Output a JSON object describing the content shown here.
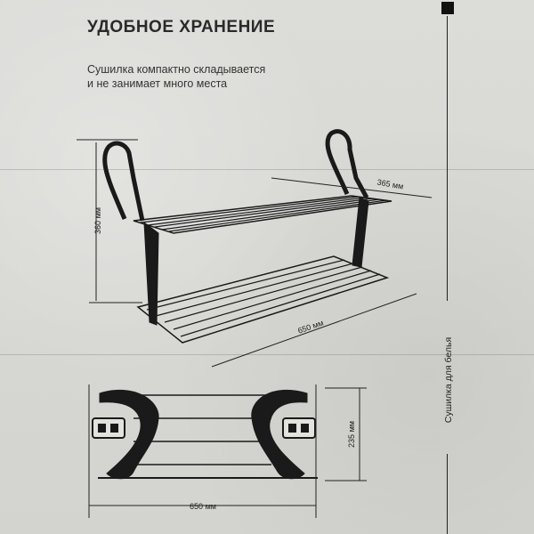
{
  "title": "УДОБНОЕ ХРАНЕНИЕ",
  "subtitle_lines": [
    "Сушилка компактно складывается",
    "и не занимает много места"
  ],
  "dimensions": {
    "height": "360 мм",
    "depth": "365 мм",
    "length": "650 мм",
    "folded_width": "235 мм",
    "folded_length": "650 мм"
  },
  "side_label": "Сушилка для белья"
}
